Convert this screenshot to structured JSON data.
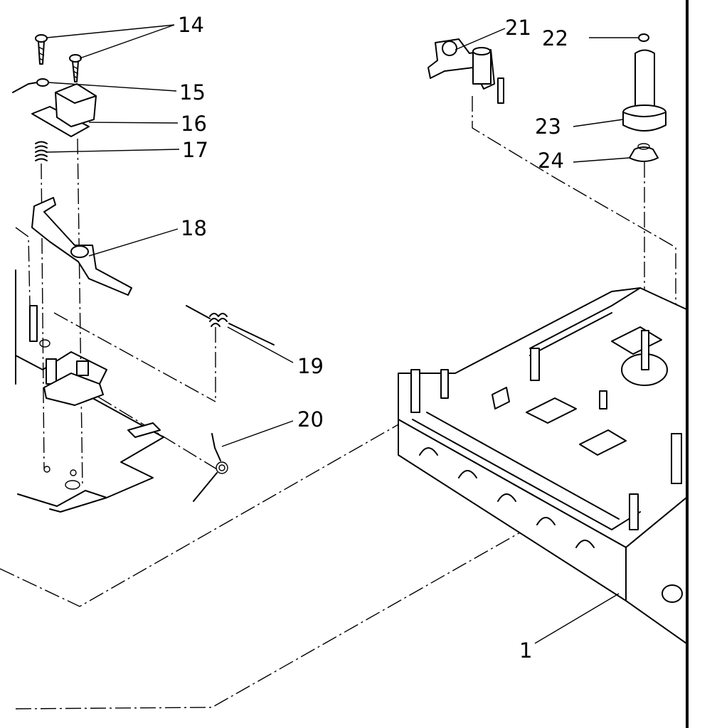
{
  "callouts": [
    {
      "id": "14",
      "text": "14"
    },
    {
      "id": "15",
      "text": "15"
    },
    {
      "id": "16",
      "text": "16"
    },
    {
      "id": "17",
      "text": "17"
    },
    {
      "id": "18",
      "text": "18"
    },
    {
      "id": "19",
      "text": "19"
    },
    {
      "id": "20",
      "text": "20"
    },
    {
      "id": "21",
      "text": "21"
    },
    {
      "id": "22",
      "text": "22"
    },
    {
      "id": "23",
      "text": "23"
    },
    {
      "id": "24",
      "text": "24"
    },
    {
      "id": "1",
      "text": "1"
    }
  ]
}
